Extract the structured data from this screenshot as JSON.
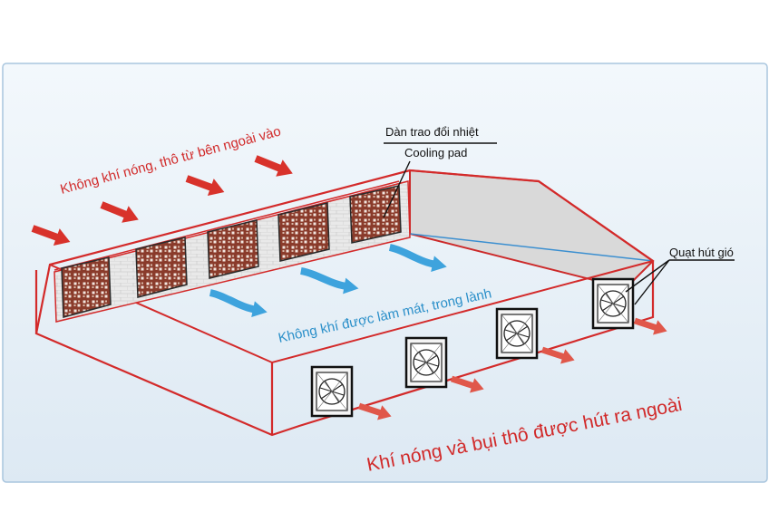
{
  "labels": {
    "hot_air_in": "Không khí nóng, thô từ bên ngoài vào",
    "cooling_pad_vi": "Dàn trao đổi nhiệt",
    "cooling_pad_en": "Cooling pad",
    "exhaust_fan": "Quạt hút gió",
    "cooled_air": "Không khí được làm mát, trong lành",
    "hot_air_out": "Khí nóng và bụi thô được hút ra ngoài"
  },
  "colors": {
    "panel_bg": "#e8f1f8",
    "wall_line": "#d32a2a",
    "hot_arrow": "#d8322b",
    "cool_arrow": "#3ea3dd",
    "roof_fill": "#dcdcdc",
    "pad_fill": "#8a3b2b"
  },
  "icons": {
    "cooling_pad": "lattice-pad-icon",
    "fan": "exhaust-fan-icon",
    "hot_arrow": "red-arrow-icon",
    "cool_arrow": "blue-arrow-icon"
  }
}
